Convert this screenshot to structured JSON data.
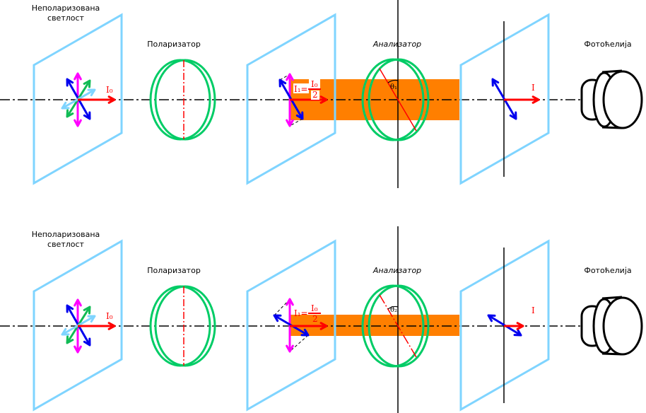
{
  "colors": {
    "plate": "#7fd4ff",
    "lens": "#00cc66",
    "beam": "#ff7f00",
    "intensity_arrow": "#ff0000",
    "field_blue": "#0000ee",
    "field_magenta": "#ff00ff",
    "field_green": "#11bb55",
    "field_light_blue": "#7fd4ff"
  },
  "panels": [
    {
      "source_label_1": "Неполаризована",
      "source_label_2": "светлост",
      "polarizer_label": "Поларизатор",
      "analyzer_label": "Анализатор",
      "photocell_label": "Фотоћелија",
      "i0_label": "I₀",
      "i1_label": "I₁=",
      "fraction_num": "I₀",
      "fraction_den": "2",
      "theta_label": "θ₁",
      "i_label": "I"
    },
    {
      "source_label_1": "Неполаризована",
      "source_label_2": "светлост",
      "polarizer_label": "Поларизатор",
      "analyzer_label": "Анализатор",
      "photocell_label": "Фотоћелија",
      "i0_label": "I₀",
      "i1_label": "I₁=",
      "fraction_num": "I₀",
      "fraction_den": "2",
      "theta_label": "θ₂",
      "i_label": "I"
    }
  ]
}
